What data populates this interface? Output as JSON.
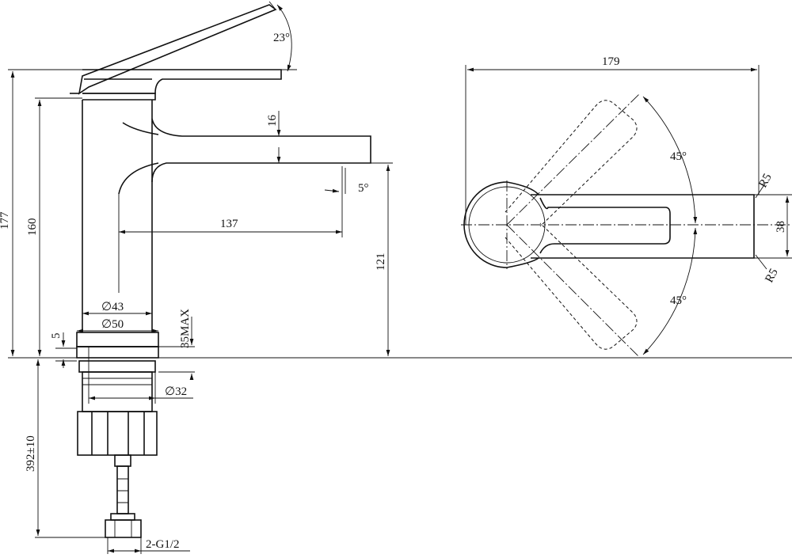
{
  "drawing": {
    "side_view": {
      "dims": {
        "angle_handle": "23°",
        "height_total": "177",
        "height_body": "160",
        "spout_thickness": "16",
        "spout_angle": "5°",
        "spout_reach": "137",
        "spout_height": "121",
        "body_diameter": "∅43",
        "base_diameter": "∅50",
        "base_thickness": "5",
        "deck_thickness": "35MAX",
        "shank_diameter": "∅32",
        "hose_length": "392±10",
        "hose_thread": "2-G1/2"
      }
    },
    "top_view": {
      "dims": {
        "overall_length": "179",
        "swing_angle_top": "45°",
        "swing_angle_bottom": "45°",
        "radius_top": "R5",
        "radius_bottom": "R5",
        "handle_width": "38"
      }
    }
  }
}
